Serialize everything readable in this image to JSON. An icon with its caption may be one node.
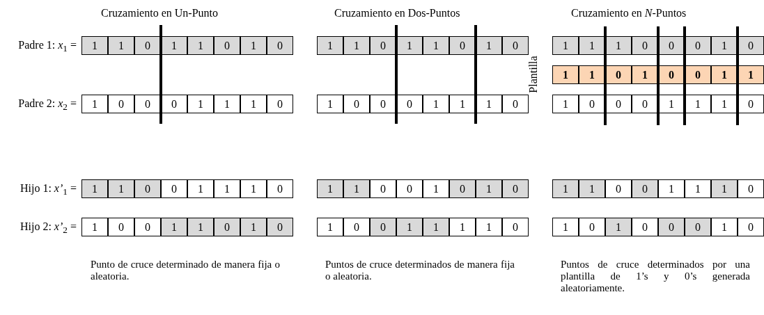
{
  "diagram": {
    "labels": [
      "Cruzamiento en Un-Punto",
      "Cruzamiento en Dos-Puntos",
      "Cruzamiento en *N*-Puntos",
      "Padre 1: *x*$_{1}$ =",
      "1",
      "1",
      "0",
      "1",
      "1",
      "0",
      "1",
      "0",
      "1",
      "1",
      "0",
      "1",
      "1",
      "0",
      "1",
      "0",
      "1",
      "1",
      "1",
      "0",
      "0",
      "0",
      "1",
      "0",
      "Plantilla",
      "1",
      "1",
      "0",
      "1",
      "0",
      "0",
      "1",
      "1",
      "Padre 2: *x*$_{2}$ =",
      "1",
      "0",
      "0",
      "0",
      "1",
      "1",
      "1",
      "0",
      "1",
      "0",
      "0",
      "0",
      "1",
      "1",
      "1",
      "0",
      "1",
      "0",
      "0",
      "0",
      "1",
      "1",
      "1",
      "0",
      "Hijo 1: *x’*$_{1}$ =",
      "1",
      "1",
      "0",
      "0",
      "1",
      "1",
      "1",
      "0",
      "1",
      "1",
      "0",
      "0",
      "1",
      "0",
      "1",
      "0",
      "1",
      "1",
      "0",
      "0",
      "1",
      "1",
      "1",
      "0",
      "Hijo 2: *x’*$_{2}$ =",
      "1",
      "0",
      "0",
      "1",
      "1",
      "0",
      "1",
      "0",
      "1",
      "0",
      "0",
      "1",
      "1",
      "1",
      "1",
      "0",
      "1",
      "0",
      "1",
      "0",
      "0",
      "0",
      "1",
      "0",
      "Punto de cruce determinado de manera fija o aleatoria.",
      "Puntos de cruce determinados de manera fija o aleatoria.",
      "Puntos de cruce determinados por una plantilla de 1’s y 0’s generada aleatoriamente."
    ]
  }
}
